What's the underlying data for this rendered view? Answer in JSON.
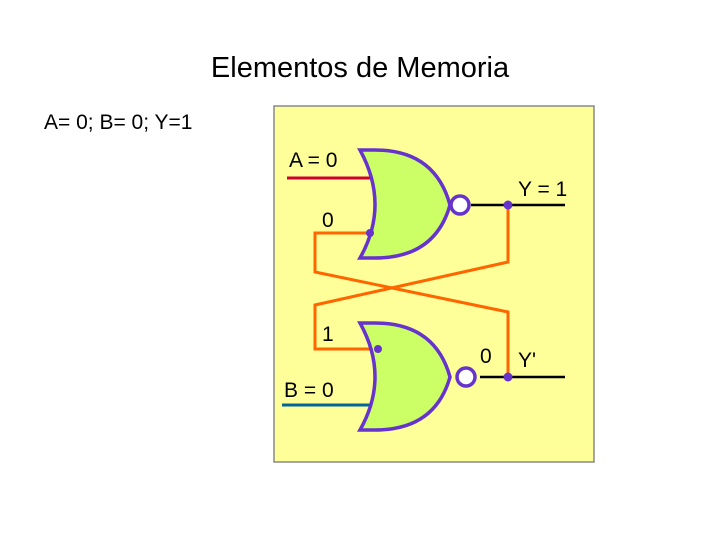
{
  "slide": {
    "title": "Elementos de Memoria",
    "subtitle": "A= 0; B= 0; Y=1"
  },
  "diagram": {
    "label_a": "A = 0",
    "label_y": "Y = 1",
    "label_top_feedback": "0",
    "label_bottom_feedback": "1",
    "label_b": "B = 0",
    "label_bottom_output": "0",
    "label_y_prime": "Y'"
  },
  "colors": {
    "panel_fill": "#ffff99",
    "gate_fill": "#ccff66",
    "gate_stroke": "#6633cc",
    "feedback_wire": "#ff6600",
    "input_a_wire": "#cc0033",
    "input_b_wire": "#006699",
    "output_wire": "#000000"
  },
  "icons": {
    "top_gate": "nor-gate-icon",
    "bottom_gate": "nor-gate-icon"
  }
}
